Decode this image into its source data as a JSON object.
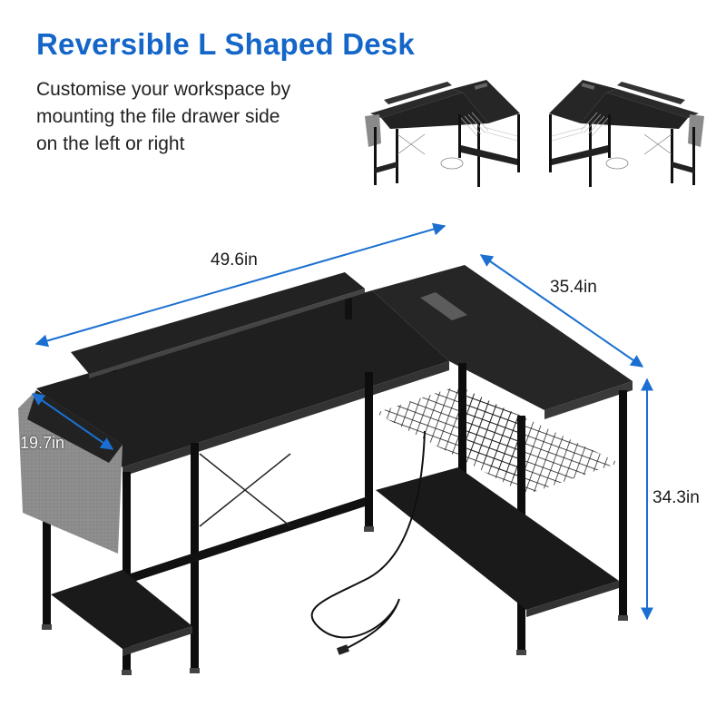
{
  "header": {
    "title": "Reversible L Shaped Desk",
    "subtitle_lines": [
      "Customise your workspace by",
      "mounting the file drawer side",
      "on the left or right"
    ]
  },
  "thumbnails": [
    {
      "label": "Desk configuration with storage bag on the left",
      "orientation": "left"
    },
    {
      "label": "Desk configuration with storage bag on the right",
      "orientation": "right"
    }
  ],
  "dimensions": {
    "width": "49.6in",
    "depth": "35.4in",
    "height": "34.3in",
    "side_bag": "19.7in"
  },
  "colors": {
    "title": "#1466c8",
    "arrow": "#1a6fd0",
    "desk": "#1f1f1f",
    "frame": "#0d0d0d",
    "bag": "#8a8a8a",
    "text": "#222222"
  }
}
